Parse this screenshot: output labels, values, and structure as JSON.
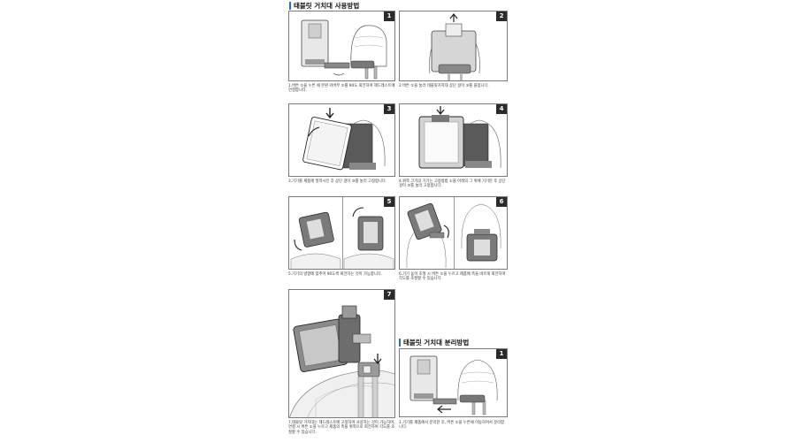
{
  "sections": {
    "usage_title": "태블릿 거치대 사용방법",
    "detach_title": "태블릿 거치대 분리방법"
  },
  "steps": [
    {
      "num": "1",
      "caption": "1.버튼 ①을 누른 채 본판 커버부 ②를 90도 회전하여 헤드레스트에 연결합니다."
    },
    {
      "num": "2",
      "caption": "2.버튼 ①을 눌러 태블릿거치대 상단 걸이 ③를 올립니다."
    },
    {
      "num": "3",
      "caption": "3.기기를 제품에 밀착시킨 후 상단 걸이 ③를 눌러 고정합니다."
    },
    {
      "num": "4",
      "caption": "4.위쪽 크기의 기기는 고정방법 ①을 아래의 그 위에 기기만 후 상단 걸이 ③를 눌러 고정합니다."
    },
    {
      "num": "5",
      "caption": "5.기기의 방향에 맞추어 90도씩 회전하는 것이 가능합니다."
    },
    {
      "num": "6",
      "caption": "6.기기 높이 조절 시 버튼 ①을 누르고 제품에 측을 바르게 회전하여 각도를 조절할 수 있습니다."
    },
    {
      "num": "7",
      "caption": "7.태블릿 거치대는 헤드레스트에 고정하여 사용하는 것이 가능하며, 연결 시 버튼 ①을 누르고 제품의 측을 위쪽으로 회전하여 각도를 조절할 수 있습니다."
    }
  ],
  "detach_steps": [
    {
      "num": "1",
      "caption": "1.기기를 제품에서 분리한 후, 버튼 ①을 누른채 이동하여서 분리합니다."
    }
  ]
}
